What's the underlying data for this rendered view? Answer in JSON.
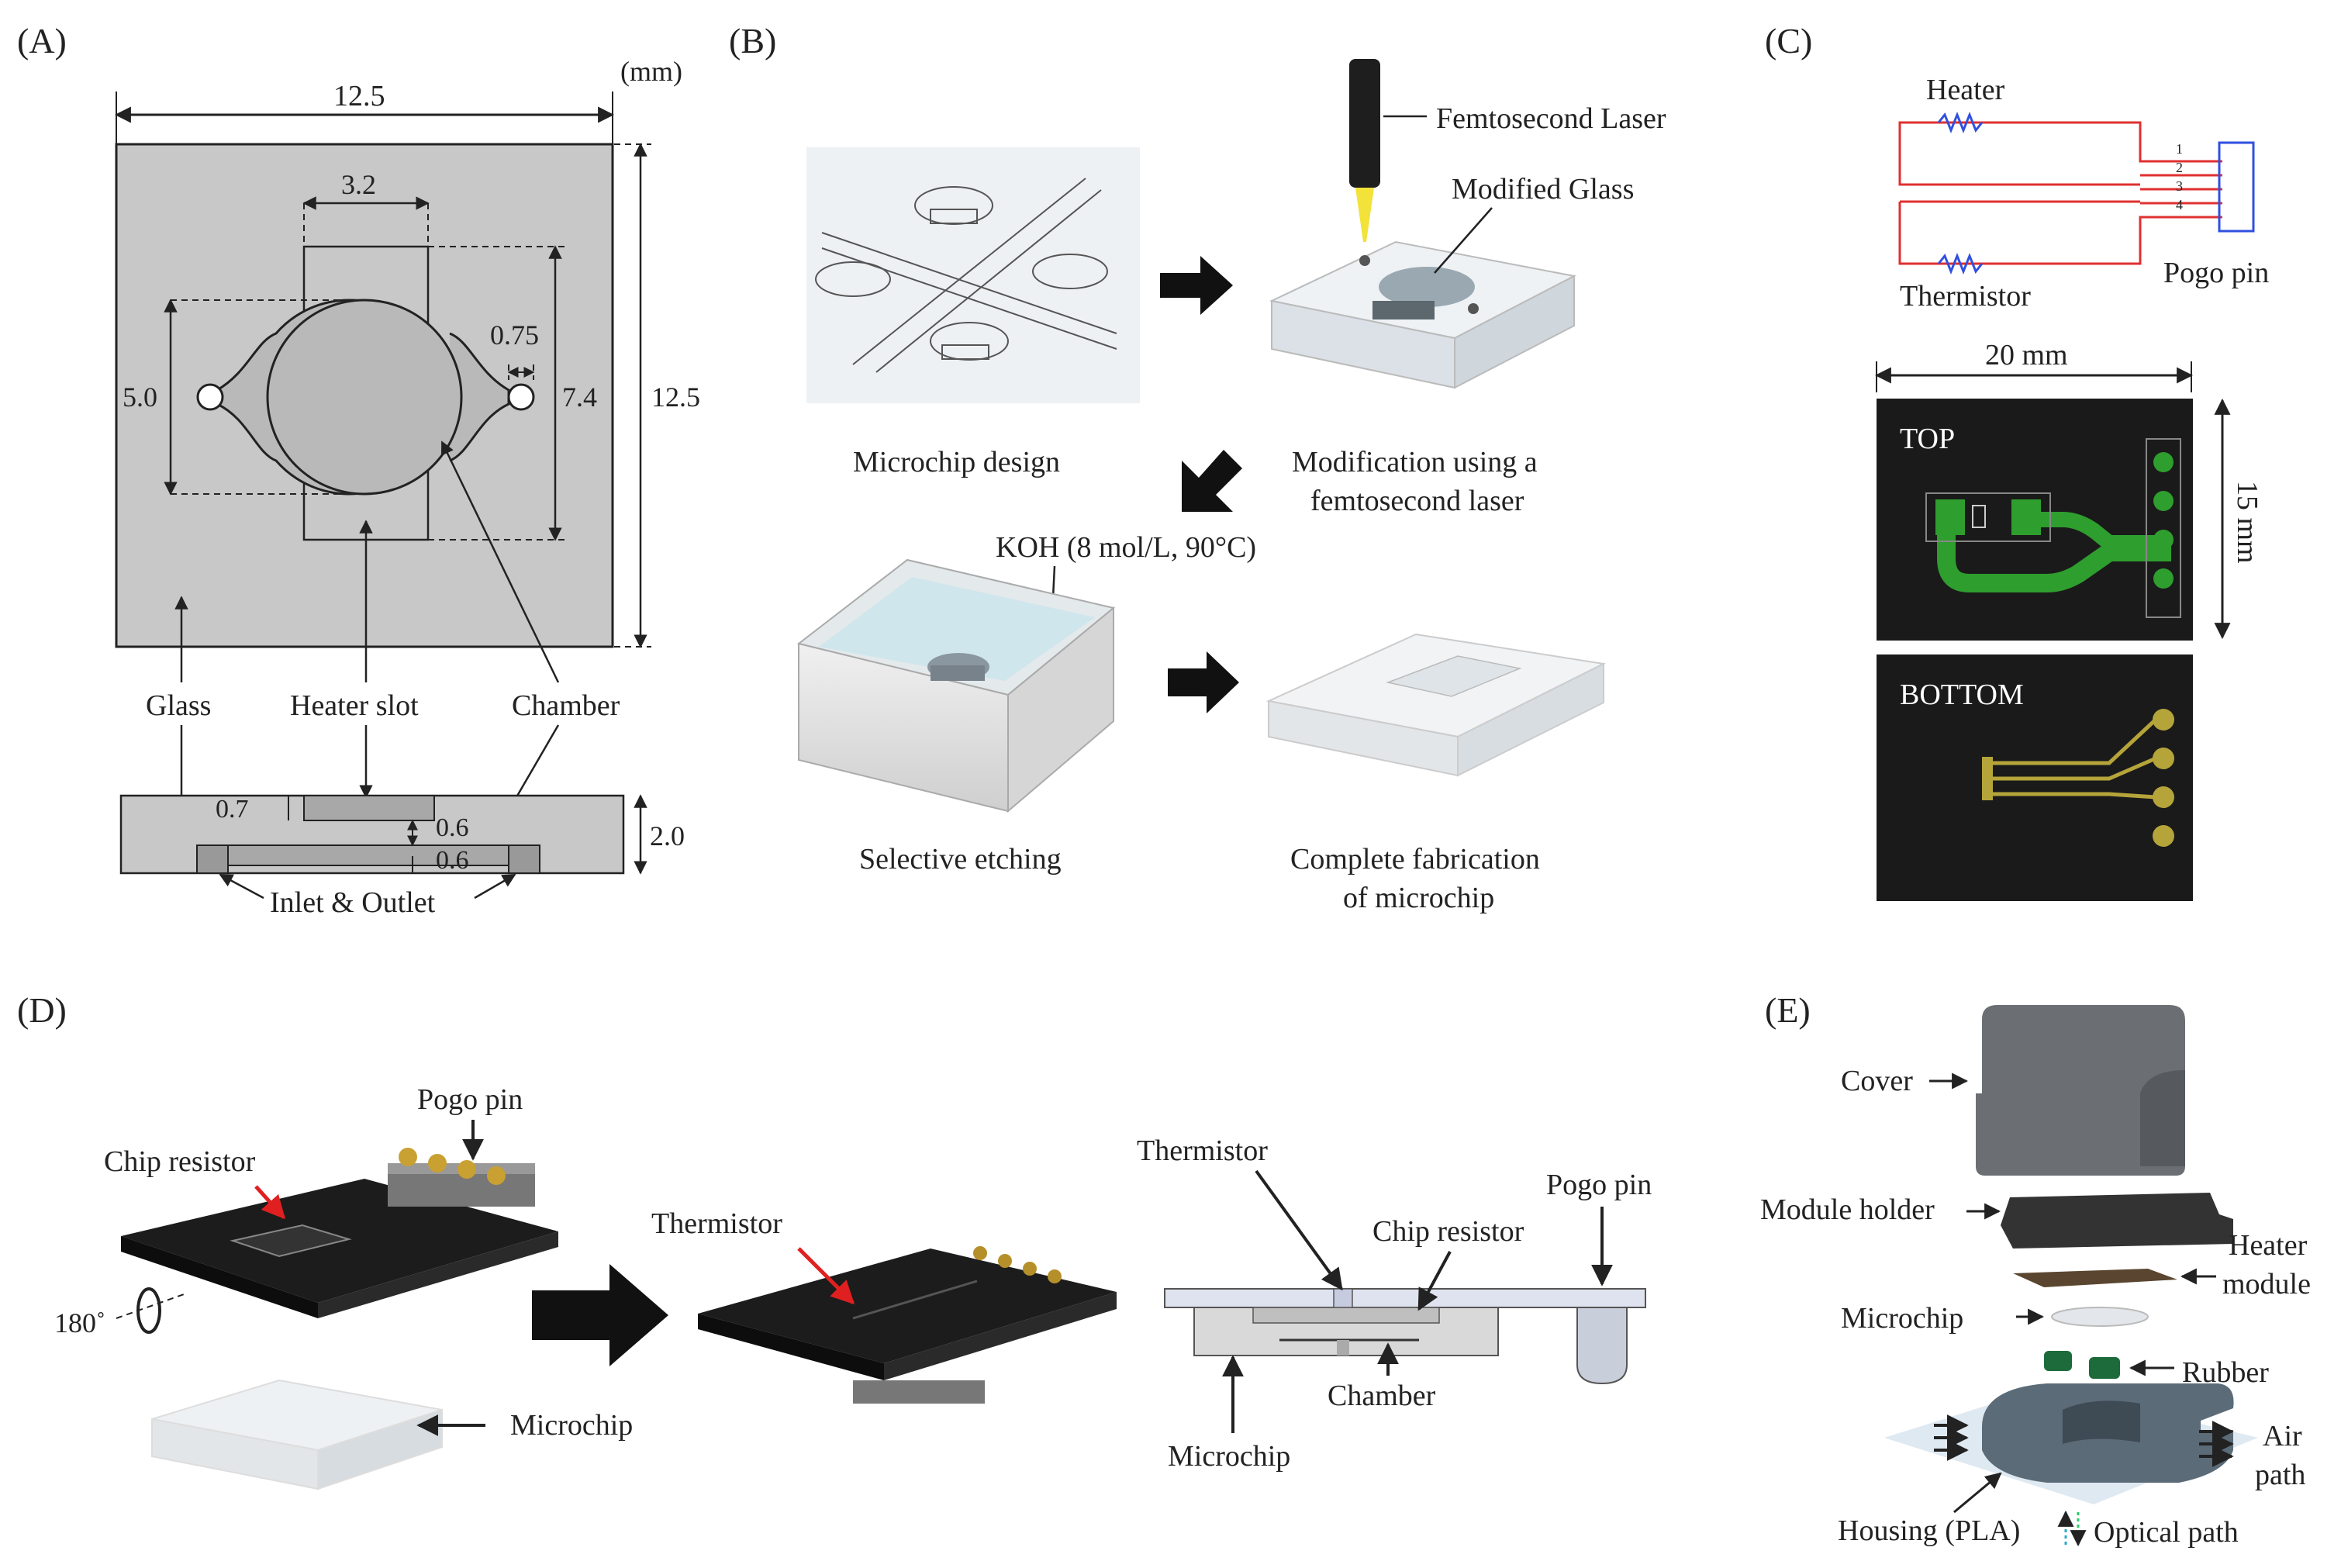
{
  "panels": {
    "a": {
      "label": "(A)",
      "unit": "(mm)",
      "dims": {
        "width": "12.5",
        "height": "12.5",
        "slot_width": "3.2",
        "chamber_height": "5.0",
        "slot_height": "7.4",
        "port": "0.75",
        "thickness": "2.0",
        "slot_depth": "0.7",
        "gap": "0.6",
        "chamber_depth": "0.6"
      },
      "labels": {
        "glass": "Glass",
        "heater_slot": "Heater slot",
        "chamber": "Chamber",
        "inlet_outlet": "Inlet & Outlet"
      }
    },
    "b": {
      "label": "(B)",
      "laser": "Femtosecond Laser",
      "modified_glass": "Modified Glass",
      "koh": "KOH (8 mol/L, 90°C)",
      "step1": "Microchip design",
      "step2": [
        "Modification using a",
        "femtosecond laser"
      ],
      "step3": "Selective etching",
      "step4": [
        "Complete fabrication",
        "of microchip"
      ]
    },
    "c": {
      "label": "(C)",
      "heater": "Heater",
      "thermistor": "Thermistor",
      "pogo": "Pogo pin",
      "width": "20 mm",
      "height": "15 mm",
      "top": "TOP",
      "bottom": "BOTTOM",
      "pins": [
        "1",
        "2",
        "3",
        "4"
      ]
    },
    "d": {
      "label": "(D)",
      "pogo": "Pogo pin",
      "chip_resistor": "Chip resistor",
      "rotate": "180˚",
      "microchip": "Microchip",
      "thermistor": "Thermistor",
      "chamber": "Chamber"
    },
    "e": {
      "label": "(E)",
      "cover": "Cover",
      "module_holder": "Module holder",
      "heater_module": [
        "Heater",
        "module"
      ],
      "microchip": "Microchip",
      "rubber": "Rubber",
      "air_path": [
        "Air",
        "path"
      ],
      "housing": "Housing (PLA)",
      "optical_path": "Optical path"
    }
  },
  "colors": {
    "gray_fill": "#c8c8c8",
    "pcb": "#1a1a1a",
    "trace_green": "#2e9e2e",
    "pad_yellow": "#b5a43a",
    "red_arrow": "#e02020",
    "wire_red": "#e03030",
    "wire_blue": "#3050e0",
    "housing": "#5b6b78",
    "rubber": "#1d6b3a"
  }
}
